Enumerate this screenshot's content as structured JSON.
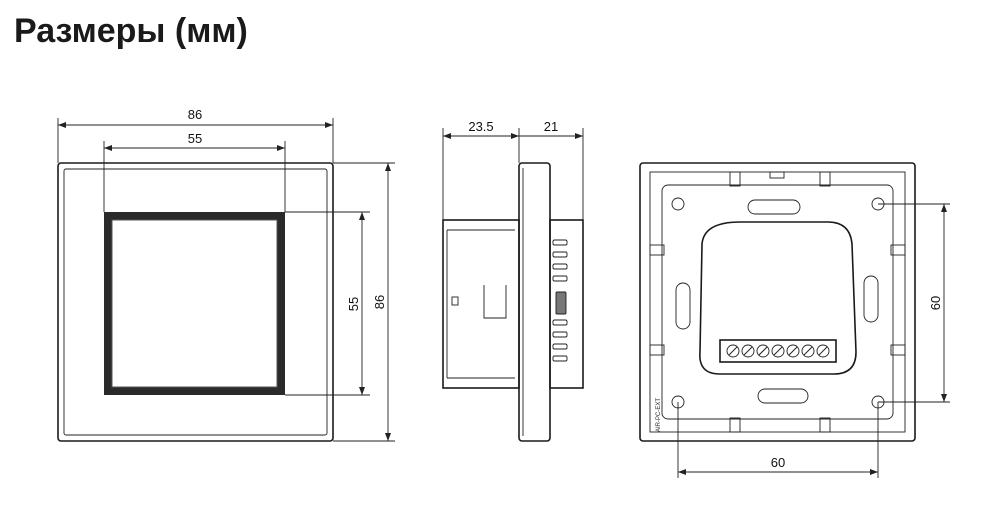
{
  "title": "Размеры (мм)",
  "front_view": {
    "width_outer": "86",
    "width_inner": "55",
    "height_inner": "55",
    "height_outer": "86"
  },
  "side_view": {
    "depth_back": "23.5",
    "depth_front": "21"
  },
  "back_view": {
    "mount_height": "60",
    "mount_width": "60",
    "side_marking": "AIR-PC-\nEXT"
  }
}
